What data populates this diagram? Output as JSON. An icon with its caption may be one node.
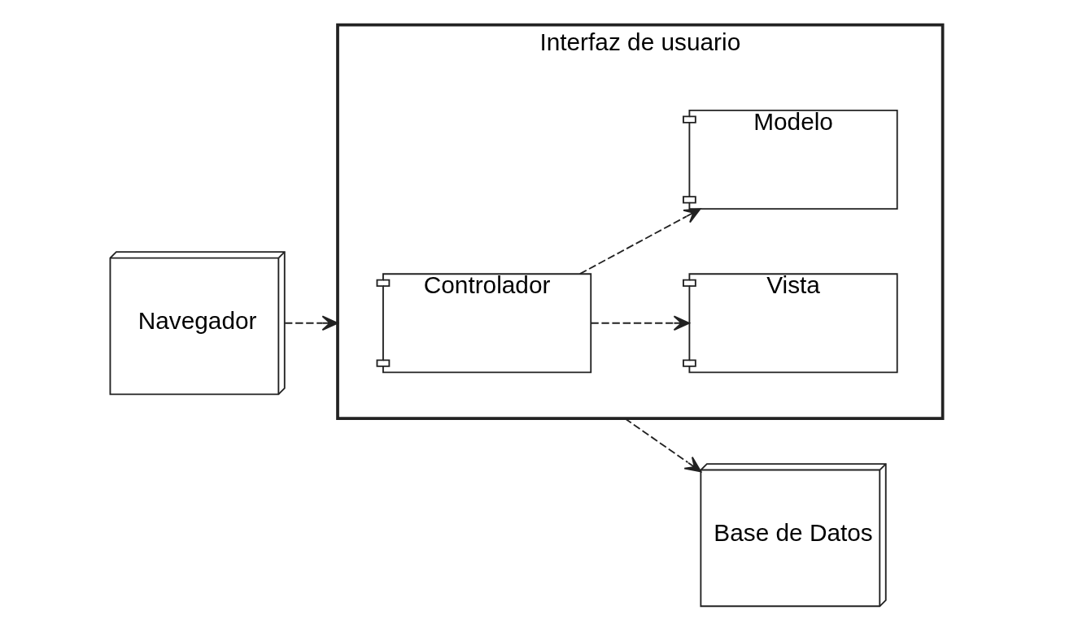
{
  "diagram": {
    "nodes": [
      {
        "text": [
          "Navegador"
        ]
      },
      {
        "text": [
          "Interfaz de usuario"
        ]
      },
      {
        "text": [
          "Vista"
        ],
        "in": 1
      },
      {
        "text": [
          "Controlador"
        ],
        "in": 1
      },
      {
        "text": [
          "Modelo"
        ],
        "in": 1
      },
      {
        "text": [
          "Base de Datos"
        ]
      }
    ],
    "edges": [
      {
        "from": 0,
        "to": 1,
        "arrow": "to",
        "style": "dashed"
      },
      {
        "from": 3,
        "to": 2,
        "arrow": "to",
        "style": "dashed"
      },
      {
        "from": 3,
        "to": 4,
        "arrow": "to",
        "style": "dashed"
      },
      {
        "from": 1,
        "to": 5,
        "arrow": "to",
        "style": "dashed"
      }
    ]
  }
}
